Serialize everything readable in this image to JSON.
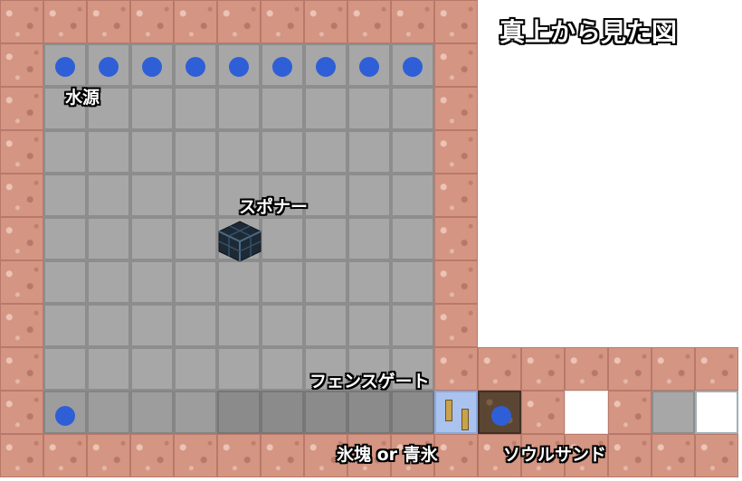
{
  "labels": {
    "title": "真上から見た図",
    "water_source": "水源",
    "spawner": "スポナー",
    "fence_gate": "フェンスゲート",
    "ice": "氷塊 or 青氷",
    "soul_sand": "ソウルサンド"
  },
  "colors": {
    "granite": "#d49583",
    "stone": "#a7a7a7",
    "water": "#2f5fd6",
    "soul_sand": "#5b4634",
    "fence_gate_tile": "#a9c3ee"
  },
  "icons": {
    "water": "water-source-dot",
    "spawner": "spawner-cage-icon",
    "fence_gate": "fence-gate-icon"
  }
}
